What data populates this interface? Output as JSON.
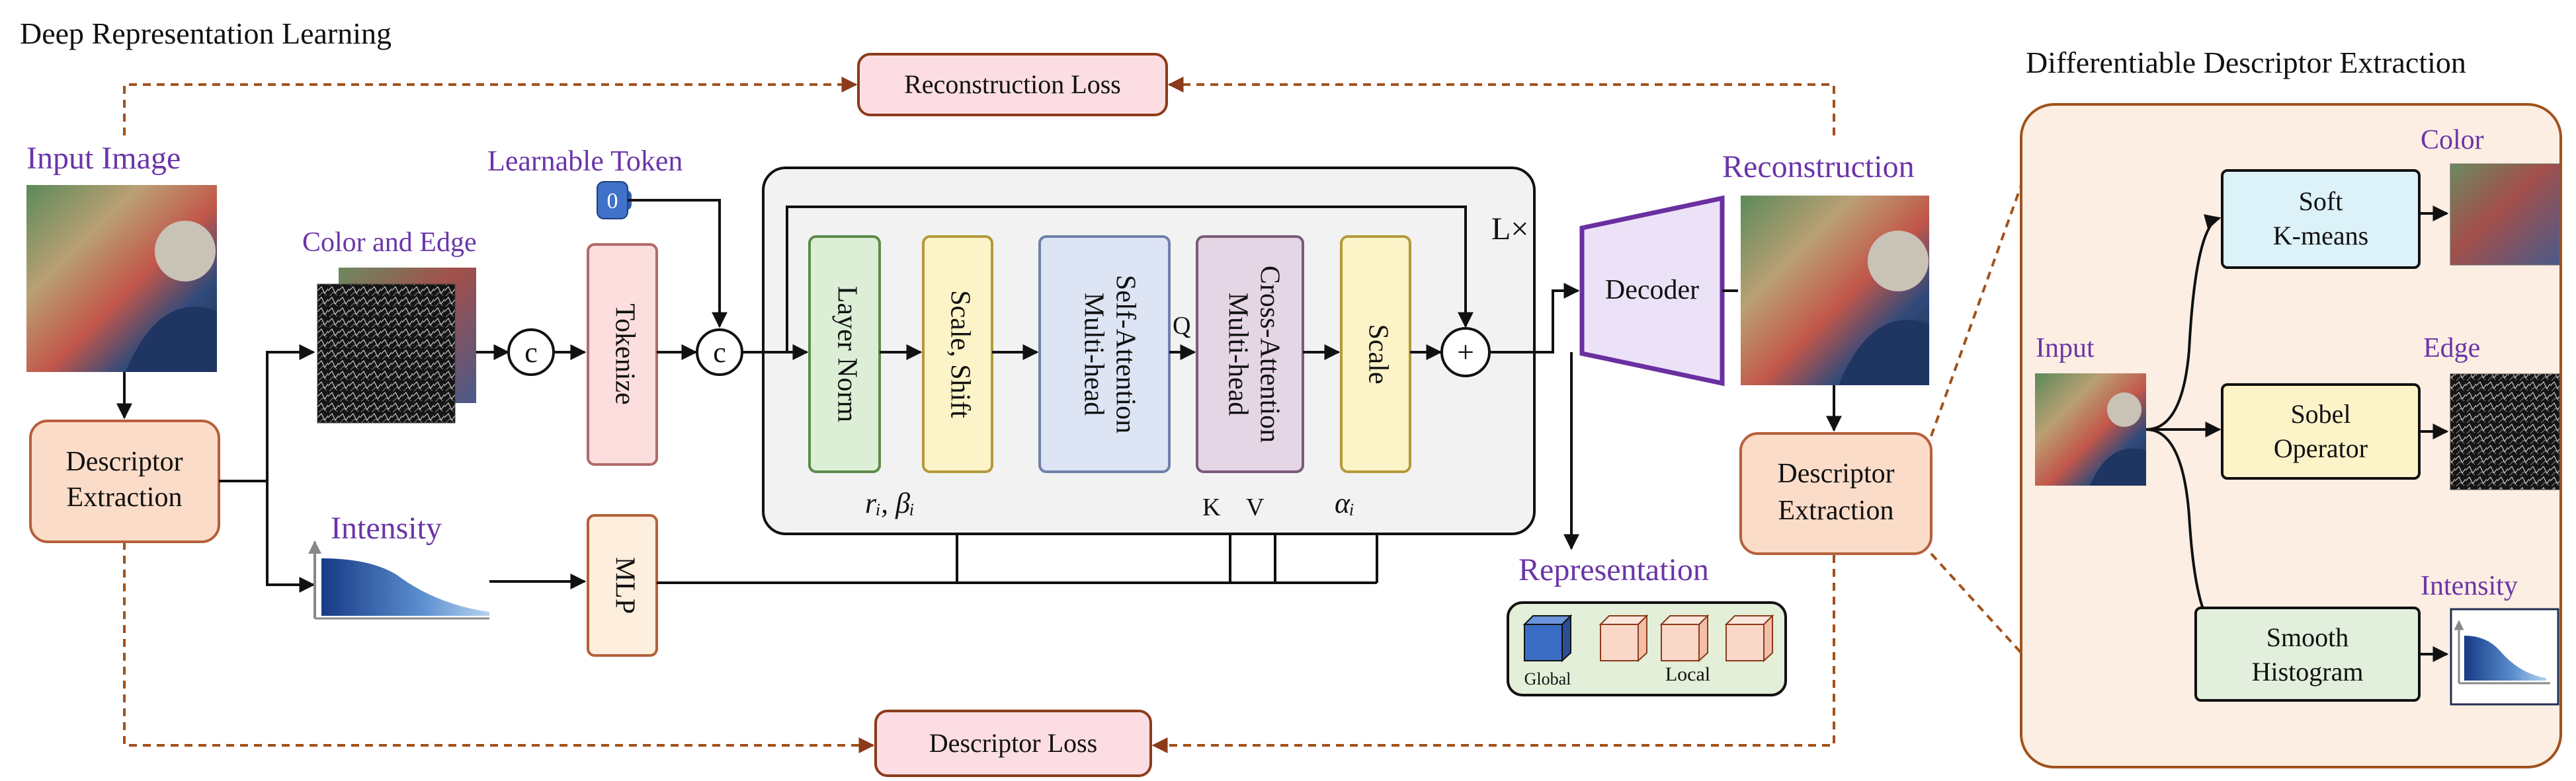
{
  "titles": {
    "main": "Deep Representation Learning",
    "side": "Differentiable Descriptor Extraction"
  },
  "labels": {
    "input_image": "Input Image",
    "learnable_token": "Learnable Token",
    "token_glyph": "0",
    "color_and_edge": "Color and Edge",
    "intensity": "Intensity",
    "reconstruction": "Reconstruction",
    "representation": "Representation",
    "global": "Global",
    "local": "Local",
    "concat_symbol": "c",
    "plus_symbol": "+",
    "repeat": "L×",
    "q": "Q",
    "k": "K",
    "v": "V",
    "r_beta": "rᵢ, βᵢ",
    "alpha": "αᵢ"
  },
  "boxes": {
    "reconstruction_loss": "Reconstruction Loss",
    "descriptor_loss": "Descriptor Loss",
    "descriptor_extraction_left": [
      "Descriptor",
      "Extraction"
    ],
    "descriptor_extraction_right": [
      "Descriptor",
      "Extraction"
    ],
    "tokenize": "Tokenize",
    "mlp": "MLP",
    "layer_norm": "Layer Norm",
    "scale_shift": "Scale, Shift",
    "self_attention": [
      "Multi-head",
      "Self-Attention"
    ],
    "cross_attention": [
      "Multi-head",
      "Cross-Attention"
    ],
    "scale": "Scale",
    "decoder": "Decoder"
  },
  "side_panel": {
    "input": "Input",
    "soft_kmeans": [
      "Soft",
      "K-means"
    ],
    "sobel": [
      "Sobel",
      "Operator"
    ],
    "smooth_histogram": [
      "Smooth",
      "Histogram"
    ],
    "color": "Color",
    "edge": "Edge",
    "intensity": "Intensity"
  },
  "colors": {
    "label_purple": "#6b35a8",
    "loss_fill": "#fbdde3",
    "loss_stroke": "#8b3a1a",
    "dashed": "#a0521c",
    "extract_fill": "#fbdcc8",
    "extract_stroke": "#b5603a",
    "tokenize_fill": "#fcdede",
    "tokenize_stroke": "#b06a6a",
    "mlp_fill": "#fdeedd",
    "layer_norm_fill": "#dcefd6",
    "layer_norm_stroke": "#5d8a4a",
    "scale_fill": "#fdf3c8",
    "scale_stroke": "#b39a3a",
    "self_attn_fill": "#dde4f4",
    "self_attn_stroke": "#6f80aa",
    "cross_attn_fill": "#e4d6e4",
    "cross_attn_stroke": "#7a5a7a",
    "decoder_fill": "#ece2f7",
    "decoder_stroke": "#6a2fa0",
    "block_fill": "#f2f2f2",
    "panel_fill": "#fdeee3",
    "panel_stroke": "#a0521c",
    "repr_fill": "#e3efd8",
    "global_cube": "#3b6cc4",
    "local_cube": "#f9d8c9",
    "token_fill": "#3f72c8",
    "soft_fill": "#dcf1f8",
    "sobel_fill": "#fdf3c8",
    "hist_fill": "#e2efdc"
  }
}
